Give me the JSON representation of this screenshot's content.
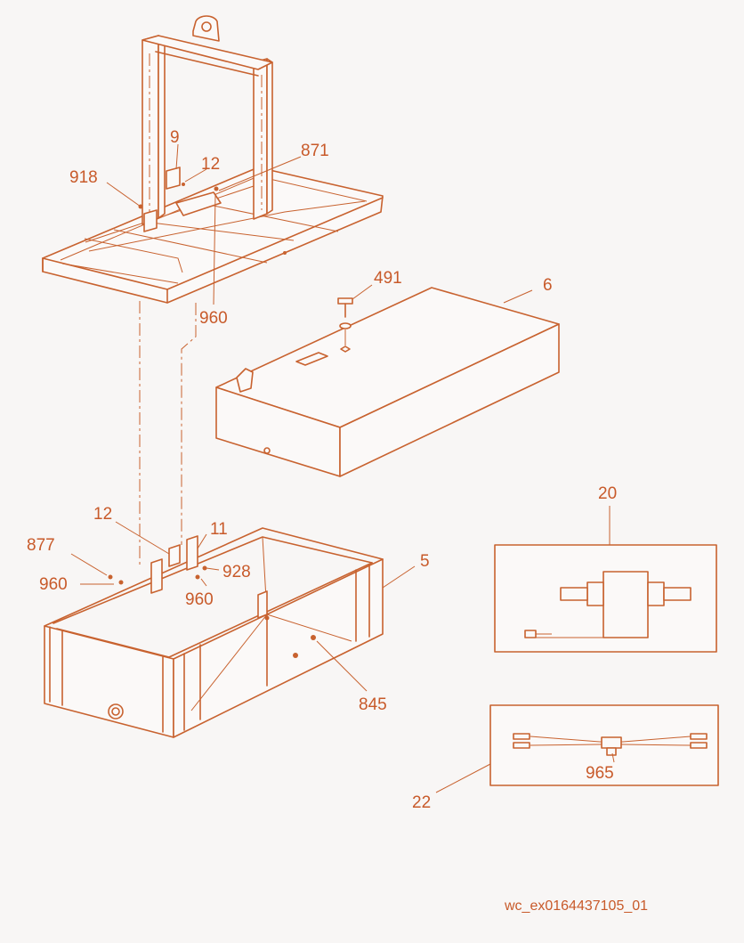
{
  "callouts": {
    "c_9": "9",
    "c_12_top": "12",
    "c_871": "871",
    "c_918": "918",
    "c_960_top": "960",
    "c_491": "491",
    "c_6": "6",
    "c_12_bottom": "12",
    "c_11": "11",
    "c_877": "877",
    "c_960_left": "960",
    "c_928": "928",
    "c_960_mid": "960",
    "c_5": "5",
    "c_845": "845",
    "c_20": "20",
    "c_965": "965",
    "c_22": "22"
  },
  "document_id": "wc_ex0164437105_01",
  "colors": {
    "line": "#c8622f",
    "label": "#c85a2a",
    "background": "#f8f6f5"
  }
}
